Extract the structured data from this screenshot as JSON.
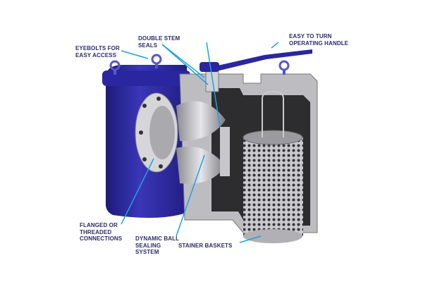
{
  "labels": {
    "eyebolts": "EYEBOLTS FOR\nEASY ACCESS",
    "stem_seals": "DOUBLE STEM\nSEALS",
    "handle": "EASY TO TURN\nOPERATING HANDLE",
    "connections": "FLANGED OR\nTHREADED\nCONNECTIONS",
    "ball_seal": "DYNAMIC BALL\nSEALING\nSYSTEM",
    "baskets": "STAINER BASKETS"
  },
  "colors": {
    "body_blue": "#2e2a9a",
    "leader": "#1ea2e2",
    "label_text": "#2b2a6b",
    "cutaway_gray": "#b9b9bd",
    "interior_dark": "#2d2d30"
  }
}
